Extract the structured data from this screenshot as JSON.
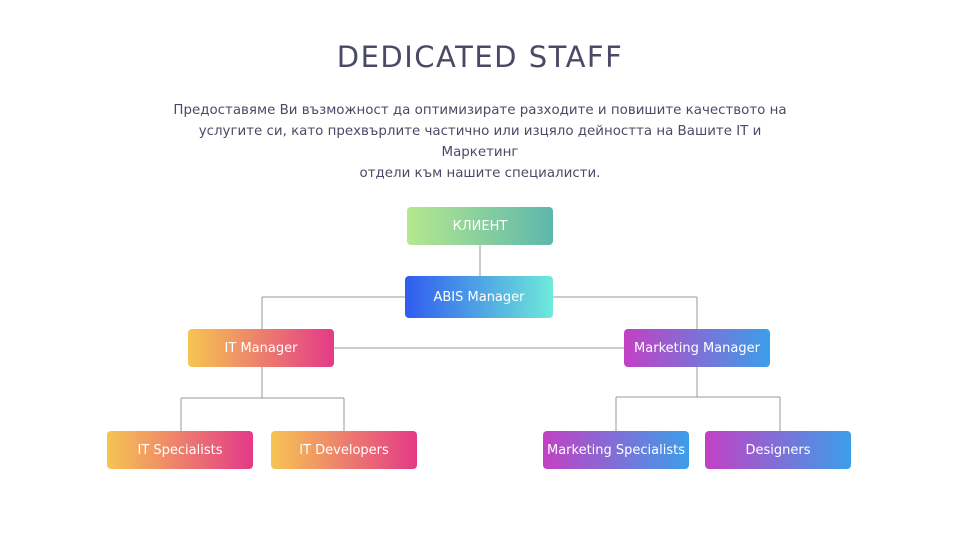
{
  "header": {
    "title": "DEDICATED STAFF",
    "intro_line1": "Предоставяме Ви възможност да оптимизирате разходите и повишите качеството на",
    "intro_line2": "услугите си, като прехвърлите частично или изцяло дейността на Вашите IT и Маркетинг",
    "intro_line3": "отдели към нашите специалисти."
  },
  "org_chart": {
    "client": "КЛИЕНТ",
    "abis_manager": "ABIS Manager",
    "it_manager": "IT Manager",
    "marketing_manager": "Marketing Manager",
    "it_team": [
      "IT Specialists",
      "IT Developers"
    ],
    "marketing_team": [
      "Marketing Specialists",
      "Designers"
    ]
  },
  "colors": {
    "title_text": "#4a4a66",
    "connector": "#9a9a9a",
    "client_gradient": [
      "#b6e88e",
      "#5db7ac"
    ],
    "abis_gradient": [
      "#2f5cf0",
      "#6eeada"
    ],
    "it_gradient": [
      "#f6c452",
      "#e43a88"
    ],
    "marketing_gradient": [
      "#c241c4",
      "#3c9ee9"
    ]
  }
}
